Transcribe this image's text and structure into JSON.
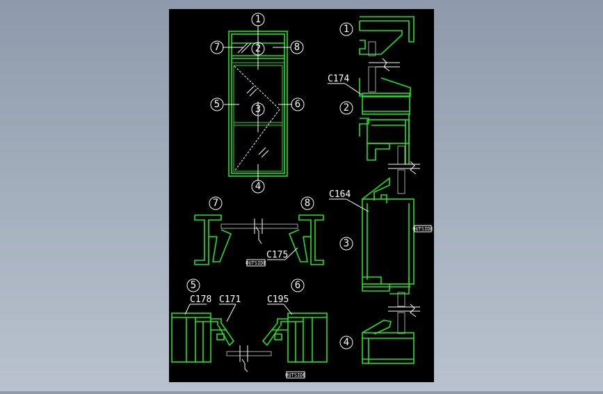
{
  "colors": {
    "drawing_bg": "#000000",
    "profile_line": "#1ee61e",
    "annotation": "#ffffff",
    "glass": "#a6a6a6"
  },
  "elevation": {
    "markers": [
      "1",
      "2",
      "3",
      "4",
      "5",
      "6",
      "7",
      "8"
    ]
  },
  "sections_top": {
    "markers": [
      "7",
      "8"
    ],
    "callout": "C175",
    "outside": "OUTSIDE"
  },
  "sections_bottom": {
    "markers": [
      "5",
      "6"
    ],
    "callouts": [
      "C178",
      "C171",
      "C195"
    ],
    "outside": "OUTSIDE"
  },
  "vertical_section": {
    "markers": [
      "1",
      "2",
      "3",
      "4"
    ],
    "callouts": [
      "C174",
      "C164"
    ],
    "outside": "OUTSIDE"
  }
}
